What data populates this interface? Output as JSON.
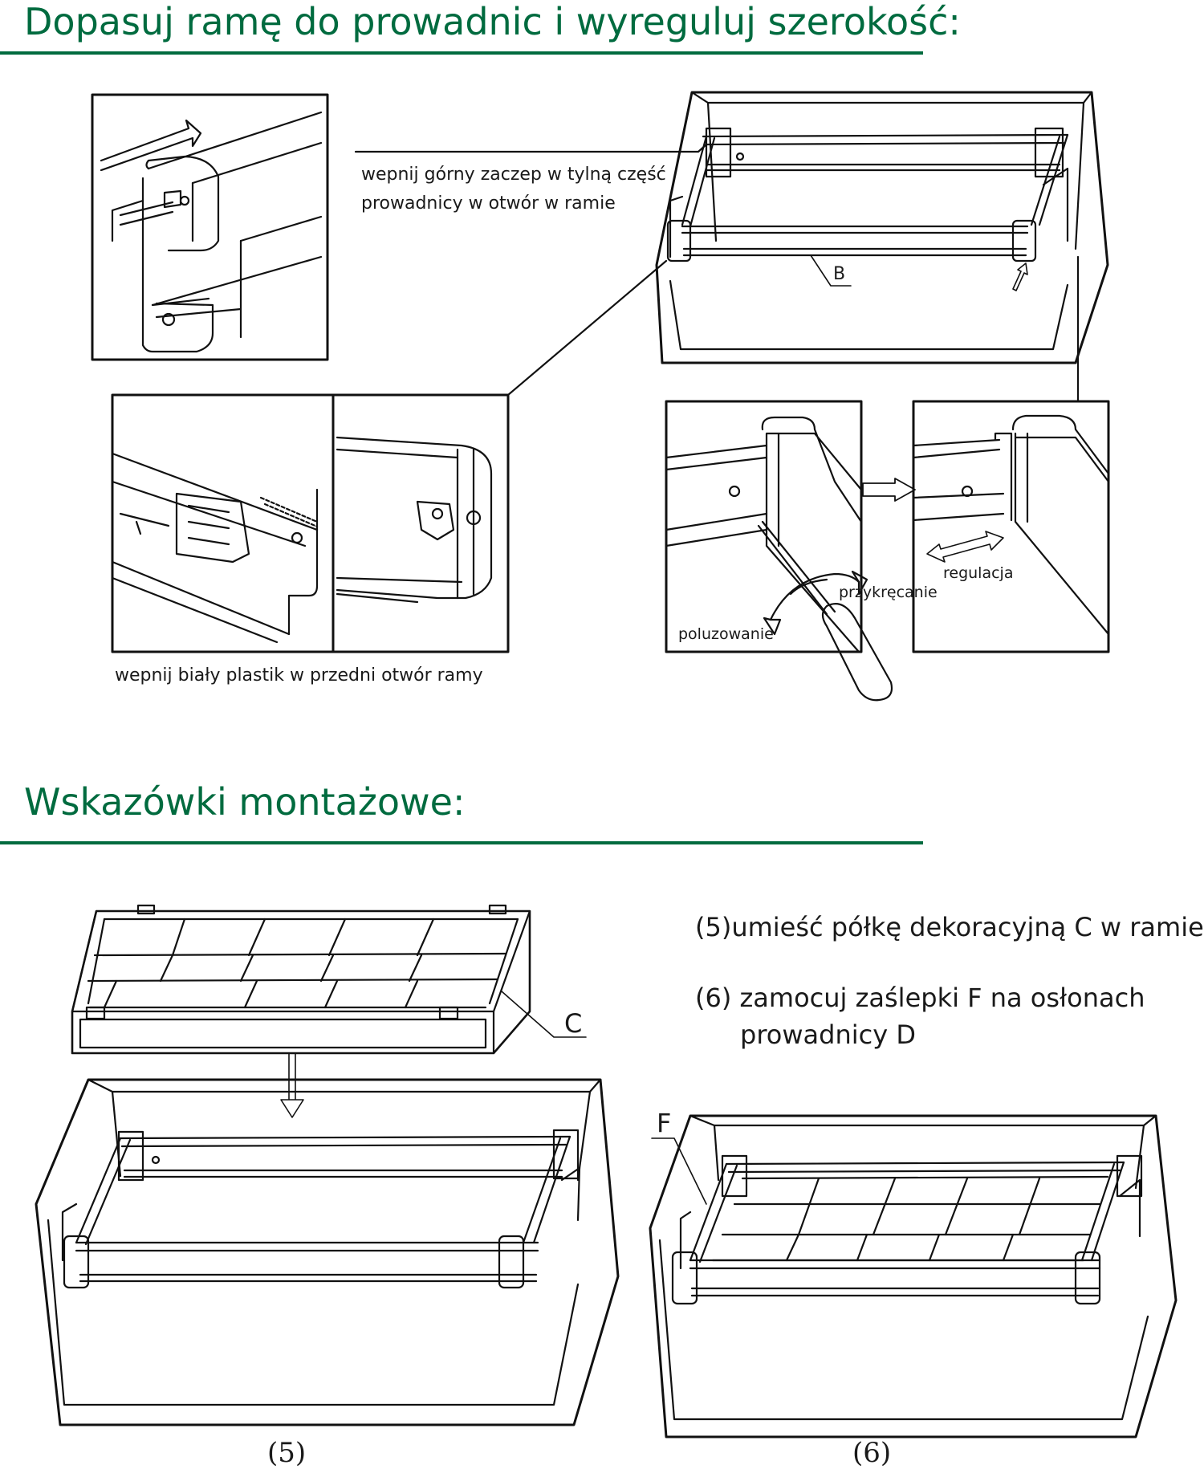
{
  "colors": {
    "heading": "#006b3f",
    "rule": "#006b3f",
    "line": "#111111"
  },
  "section1": {
    "title": "Dopasuj ramę do prowadnic i wyreguluj szerokość:",
    "callout_top": [
      "wepnij górny zaczep w tylną część",
      "prowadnicy w otwór w ramie"
    ],
    "callout_bottom": "wepnij biały plastik w przedni otwór ramy",
    "label_b": "B",
    "label_loosen": "poluzowanie",
    "label_tighten": "przykręcanie",
    "label_adjust": "regulacja"
  },
  "section2": {
    "title": "Wskazówki montażowe:",
    "step5_text": "(5)umieść półkę dekoracyjną C w ramie",
    "step6_text_line1": "(6)  zamocuj zaślepki F na osłonach",
    "step6_text_line2": "prowadnicy D",
    "label_c": "C",
    "label_f": "F",
    "fig5_caption": "(5)",
    "fig6_caption": "(6)"
  }
}
